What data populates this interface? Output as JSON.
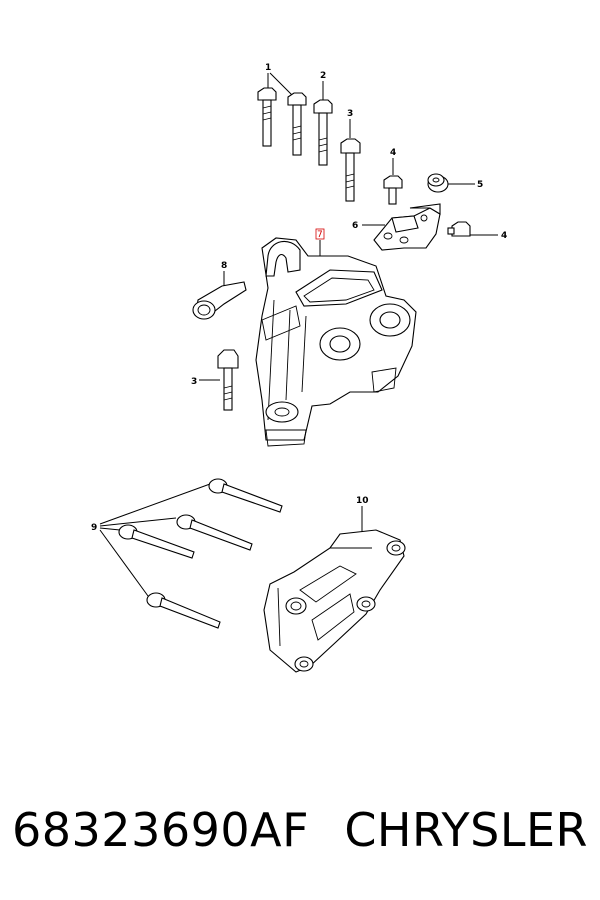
{
  "diagram": {
    "callouts": {
      "c1": "1",
      "c2": "2",
      "c3a": "3",
      "c3b": "3",
      "c4a": "4",
      "c4b": "4",
      "c5": "5",
      "c6": "6",
      "c7": "7",
      "c8": "8",
      "c9": "9",
      "c10": "10"
    }
  },
  "footer": {
    "part_number": "68323690AF",
    "brand": "CHRYSLER"
  },
  "colors": {
    "line": "#000000",
    "background": "#ffffff",
    "highlight_callout": "#d40000"
  }
}
